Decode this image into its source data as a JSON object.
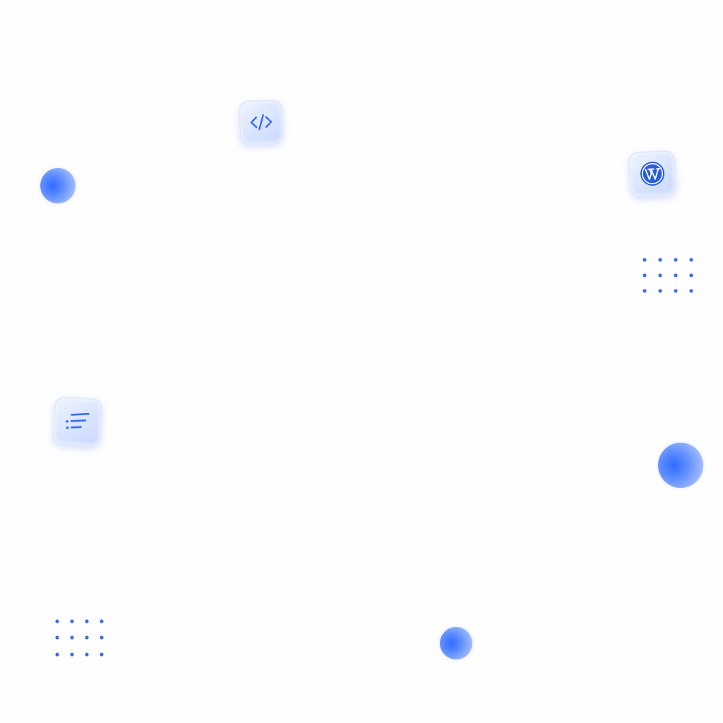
{
  "palette": {
    "background": "#fefefe",
    "accent_blue": "#2f6bff",
    "dot_blue": "#3d6fe0",
    "tile_fill": "#d9e4ff"
  },
  "icons": {
    "code_tile": "code-brackets-icon",
    "wordpress_tile": "wordpress-logo-icon",
    "list_tile": "text-list-icon"
  },
  "dot_grids": [
    {
      "name": "dot-grid-top-right",
      "rows": 3,
      "cols": 4
    },
    {
      "name": "dot-grid-bottom-left",
      "rows": 3,
      "cols": 4
    }
  ],
  "orbs": [
    {
      "name": "orb-left"
    },
    {
      "name": "orb-right"
    },
    {
      "name": "orb-bottom"
    }
  ]
}
